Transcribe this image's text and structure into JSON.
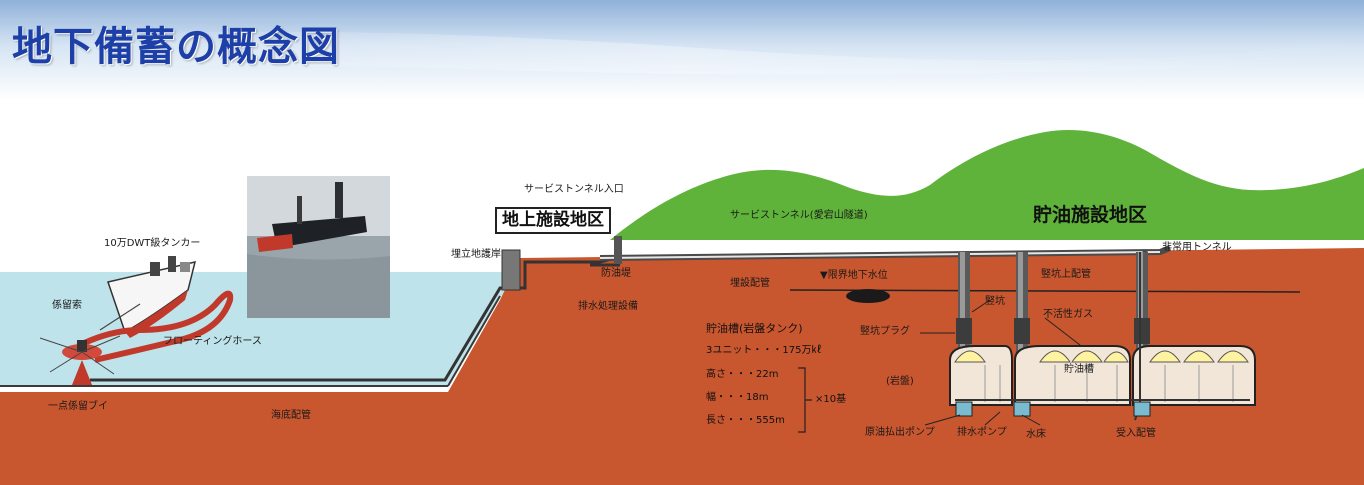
{
  "title": "地下備蓄の概念図",
  "labels": {
    "tanker": "10万DWT級タンカー",
    "mooring_rope": "係留索",
    "floating_hose": "フローティングホース",
    "buoy": "一点係留ブイ",
    "seabed_pipe": "海底配管",
    "reclaimed_revetment": "埋立地護岸",
    "service_tunnel_entrance": "サービストンネル入口",
    "service_tunnel": "サービストンネル(愛宕山隧道)",
    "emergency_tunnel": "非常用トンネル",
    "tank_embankment": "防油堤",
    "water_treatment": "排水処理設備",
    "buried_pipe_left": "埋設配管",
    "water_table": "▼限界地下水位",
    "shaft_piping": "竪坑上配管",
    "shaft": "竪坑",
    "shaft_plug": "竪坑プラグ",
    "inert_gas": "不活性ガス",
    "crude_pump": "原油払出ポンプ",
    "drain_pump": "排水ポンプ",
    "water_bed": "水床",
    "receiving_pipe": "受入配管",
    "rock": "(岩盤)",
    "oil_tank": "貯油槽"
  },
  "regions": {
    "surface": "地上施設地区",
    "storage": "貯油施設地区"
  },
  "spec": {
    "heading": "貯油槽(岩盤タンク)",
    "units": "3ユニット・・・175万㎘",
    "height": "高さ・・・22m",
    "width": "幅・・・18m",
    "length": "長さ・・・555m",
    "multiplier": "×10基"
  },
  "colors": {
    "title": "#1d3fa8",
    "banner": "#cfe0f3",
    "sea": "#bfe3ea",
    "earth": "#c8562e",
    "mountain": "#5fb33a",
    "tank": "#f2e6d8",
    "oil": "#fff2a0",
    "pipe": "#3d3d3d"
  }
}
